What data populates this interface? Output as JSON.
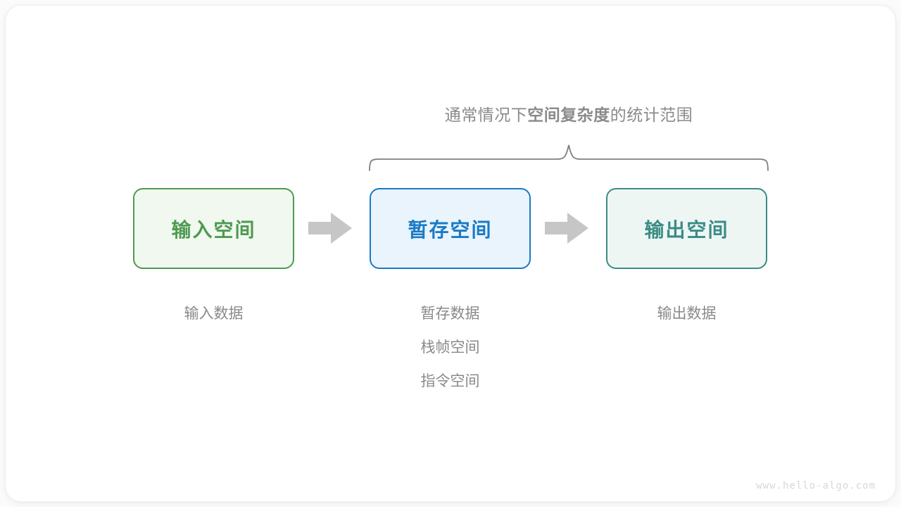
{
  "diagram": {
    "brace_caption": {
      "prefix": "通常情况下",
      "emphasis": "空间复杂度",
      "suffix": "的统计范围"
    },
    "boxes": [
      {
        "label": "输入空间",
        "color": "#4e9a51",
        "fill": "#f1f8f0"
      },
      {
        "label": "暂存空间",
        "color": "#1a7ac4",
        "fill": "#e9f4fd"
      },
      {
        "label": "输出空间",
        "color": "#3a8c85",
        "fill": "#eef6f4"
      }
    ],
    "arrows": [
      {
        "name": "arrow-input-to-buffer",
        "color": "#c6c6c6"
      },
      {
        "name": "arrow-buffer-to-output",
        "color": "#c6c6c6"
      }
    ],
    "captions": {
      "input": [
        "输入数据"
      ],
      "buffer": [
        "暂存数据",
        "栈帧空间",
        "指令空间"
      ],
      "output": [
        "输出数据"
      ]
    },
    "brace_color": "#808080",
    "caption_color": "#8a8a8a"
  },
  "footer": {
    "url": "www.hello-algo.com"
  }
}
